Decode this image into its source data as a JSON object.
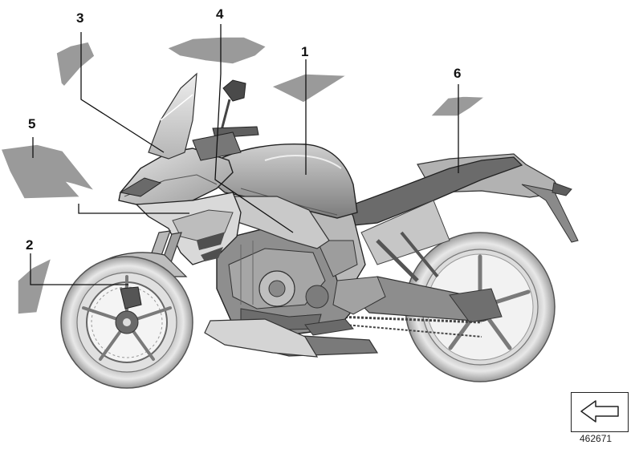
{
  "callouts": [
    {
      "id": "1",
      "label": "1"
    },
    {
      "id": "2",
      "label": "2"
    },
    {
      "id": "3",
      "label": "3"
    },
    {
      "id": "4",
      "label": "4"
    },
    {
      "id": "5",
      "label": "5"
    },
    {
      "id": "6",
      "label": "6"
    }
  ],
  "document_number": "462671",
  "icons": {
    "nav": "arrow-left-icon"
  },
  "colors": {
    "sticker": "#9a9a9a",
    "body_dark": "#5a5a5a",
    "body_mid": "#8a8a8a",
    "body_light": "#cfcfcf",
    "outline": "#222222"
  }
}
